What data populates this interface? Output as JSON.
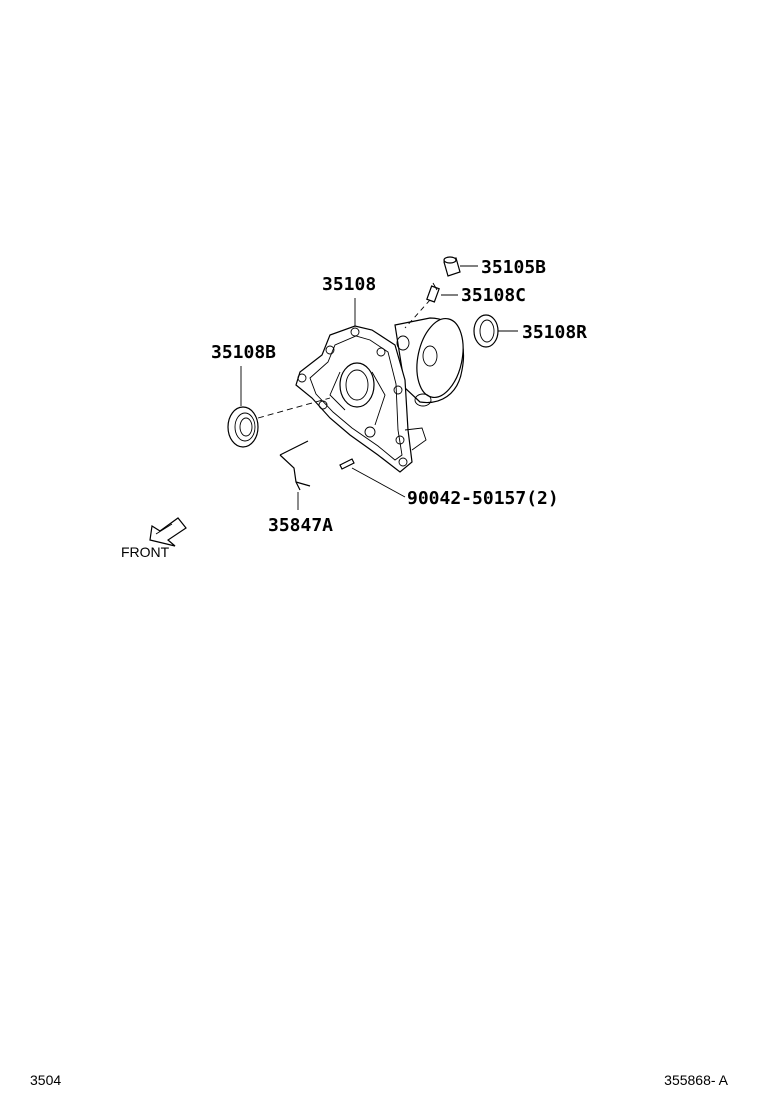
{
  "parts": {
    "case": "35108",
    "plug": "35105B",
    "breather": "35108C",
    "seal_right": "35108R",
    "bearing_left": "35108B",
    "spring_clip": "35847A",
    "pin": "90042-50157(2)"
  },
  "orientation": {
    "front_label": "FRONT",
    "arrow_icon": "front-arrow-icon"
  },
  "footer": {
    "page_number": "3504",
    "drawing_id": "355868- A"
  }
}
